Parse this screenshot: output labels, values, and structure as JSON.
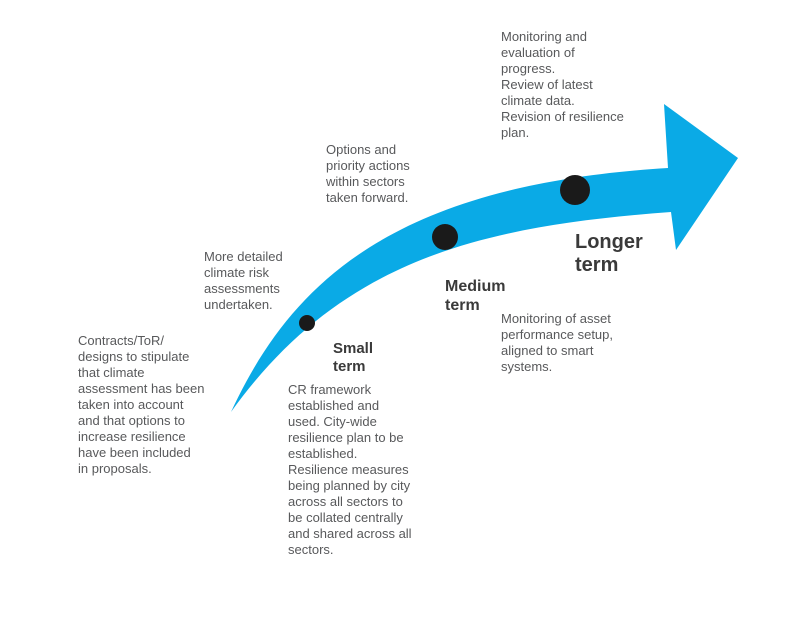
{
  "colors": {
    "arrow": "#0aaae6",
    "marker": "#1a1a1a",
    "note_text": "#58595b",
    "stage_text": "#3a3a3a"
  },
  "stages": {
    "small": [
      "Small",
      "term"
    ],
    "medium": [
      "Medium",
      "term"
    ],
    "longer": [
      "Longer",
      "term"
    ]
  },
  "notes": {
    "contracts": [
      "Contracts/ToR/",
      "designs to stipulate",
      "that climate",
      "assessment has been",
      "taken into account",
      "and that options to",
      "increase resilience",
      "have been included",
      "in proposals."
    ],
    "risk_assessments": [
      "More detailed",
      "climate risk",
      "assessments",
      "undertaken."
    ],
    "options": [
      "Options and",
      "priority actions",
      "within sectors",
      "taken forward."
    ],
    "monitoring": [
      "Monitoring and",
      "evaluation of",
      "progress.",
      "Review of latest",
      "climate data.",
      "Revision of resilience",
      "plan."
    ],
    "cr_framework": [
      "CR framework",
      "established and",
      "used. City-wide",
      "resilience plan to be",
      "established.",
      "Resilience measures",
      "being planned by city",
      "across all sectors to",
      "be collated centrally",
      "and shared across all",
      "sectors."
    ],
    "asset_monitoring": [
      "Monitoring of asset",
      "performance setup,",
      "aligned to smart",
      "systems."
    ]
  }
}
